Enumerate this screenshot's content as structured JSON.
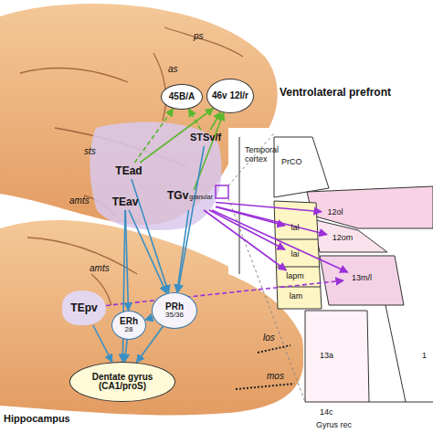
{
  "diagram": {
    "title": "Ventrolateral prefront",
    "nodes": [
      {
        "text": [
          "45B/A"
        ]
      },
      {
        "text": [
          "46v 12l/r"
        ]
      },
      {
        "text": [
          "STSv/f"
        ]
      },
      {
        "text": [
          "TEad"
        ]
      },
      {
        "text": [
          "TEav"
        ]
      },
      {
        "text": [
          "TGv",
          "granular"
        ]
      },
      {
        "text": [
          "TEpv"
        ]
      },
      {
        "text": [
          "PRh",
          "35/36"
        ]
      },
      {
        "text": [
          "ERh",
          "28"
        ]
      },
      {
        "text": [
          "Dentate gyrus",
          "(CA1/proS)"
        ]
      },
      {
        "text": [
          "12ol"
        ]
      },
      {
        "text": [
          "lal"
        ]
      },
      {
        "text": [
          "12om"
        ]
      },
      {
        "text": [
          "lai"
        ]
      },
      {
        "text": [
          "lapm"
        ]
      },
      {
        "text": [
          "13m/l"
        ]
      },
      {
        "text": [
          "lam"
        ]
      }
    ],
    "edges": [
      {
        "from": 2,
        "to": 1,
        "arrow": "to"
      },
      {
        "from": 3,
        "to": 1,
        "arrow": "to"
      },
      {
        "from": 5,
        "to": 1,
        "arrow": "to"
      },
      {
        "from": 3,
        "to": 0,
        "arrow": "to"
      },
      {
        "from": 2,
        "to": 0,
        "arrow": "to"
      },
      {
        "from": 5,
        "to": 10,
        "arrow": "to"
      },
      {
        "from": 5,
        "to": 11,
        "arrow": "to"
      },
      {
        "from": 5,
        "to": 12,
        "arrow": "to"
      },
      {
        "from": 5,
        "to": 13,
        "arrow": "to"
      },
      {
        "from": 5,
        "to": 14,
        "arrow": "to"
      },
      {
        "from": 5,
        "to": 15,
        "arrow": "to"
      },
      {
        "from": 6,
        "to": 15,
        "arrow": "to"
      },
      {
        "from": 3,
        "to": 7,
        "arrow": "to"
      },
      {
        "from": 4,
        "to": 7,
        "arrow": "to"
      },
      {
        "from": 4,
        "to": 8,
        "arrow": "to"
      },
      {
        "from": 4,
        "to": 9,
        "arrow": "to"
      },
      {
        "from": 2,
        "to": 7,
        "arrow": "to"
      },
      {
        "from": 5,
        "to": 7,
        "arrow": "to"
      },
      {
        "from": 7,
        "to": 8,
        "arrow": "to"
      },
      {
        "from": 8,
        "to": 9,
        "arrow": "to"
      },
      {
        "from": 7,
        "to": 9,
        "arrow": "to"
      },
      {
        "from": 6,
        "to": 9,
        "arrow": "to"
      }
    ],
    "labels": [
      "ps",
      "as",
      "sts",
      "amts",
      "amts",
      "los",
      "mos",
      "Temporal cortex",
      "PrCO",
      "13a",
      "1",
      "14c",
      "Gyrus rec",
      "Hippocampus"
    ]
  }
}
